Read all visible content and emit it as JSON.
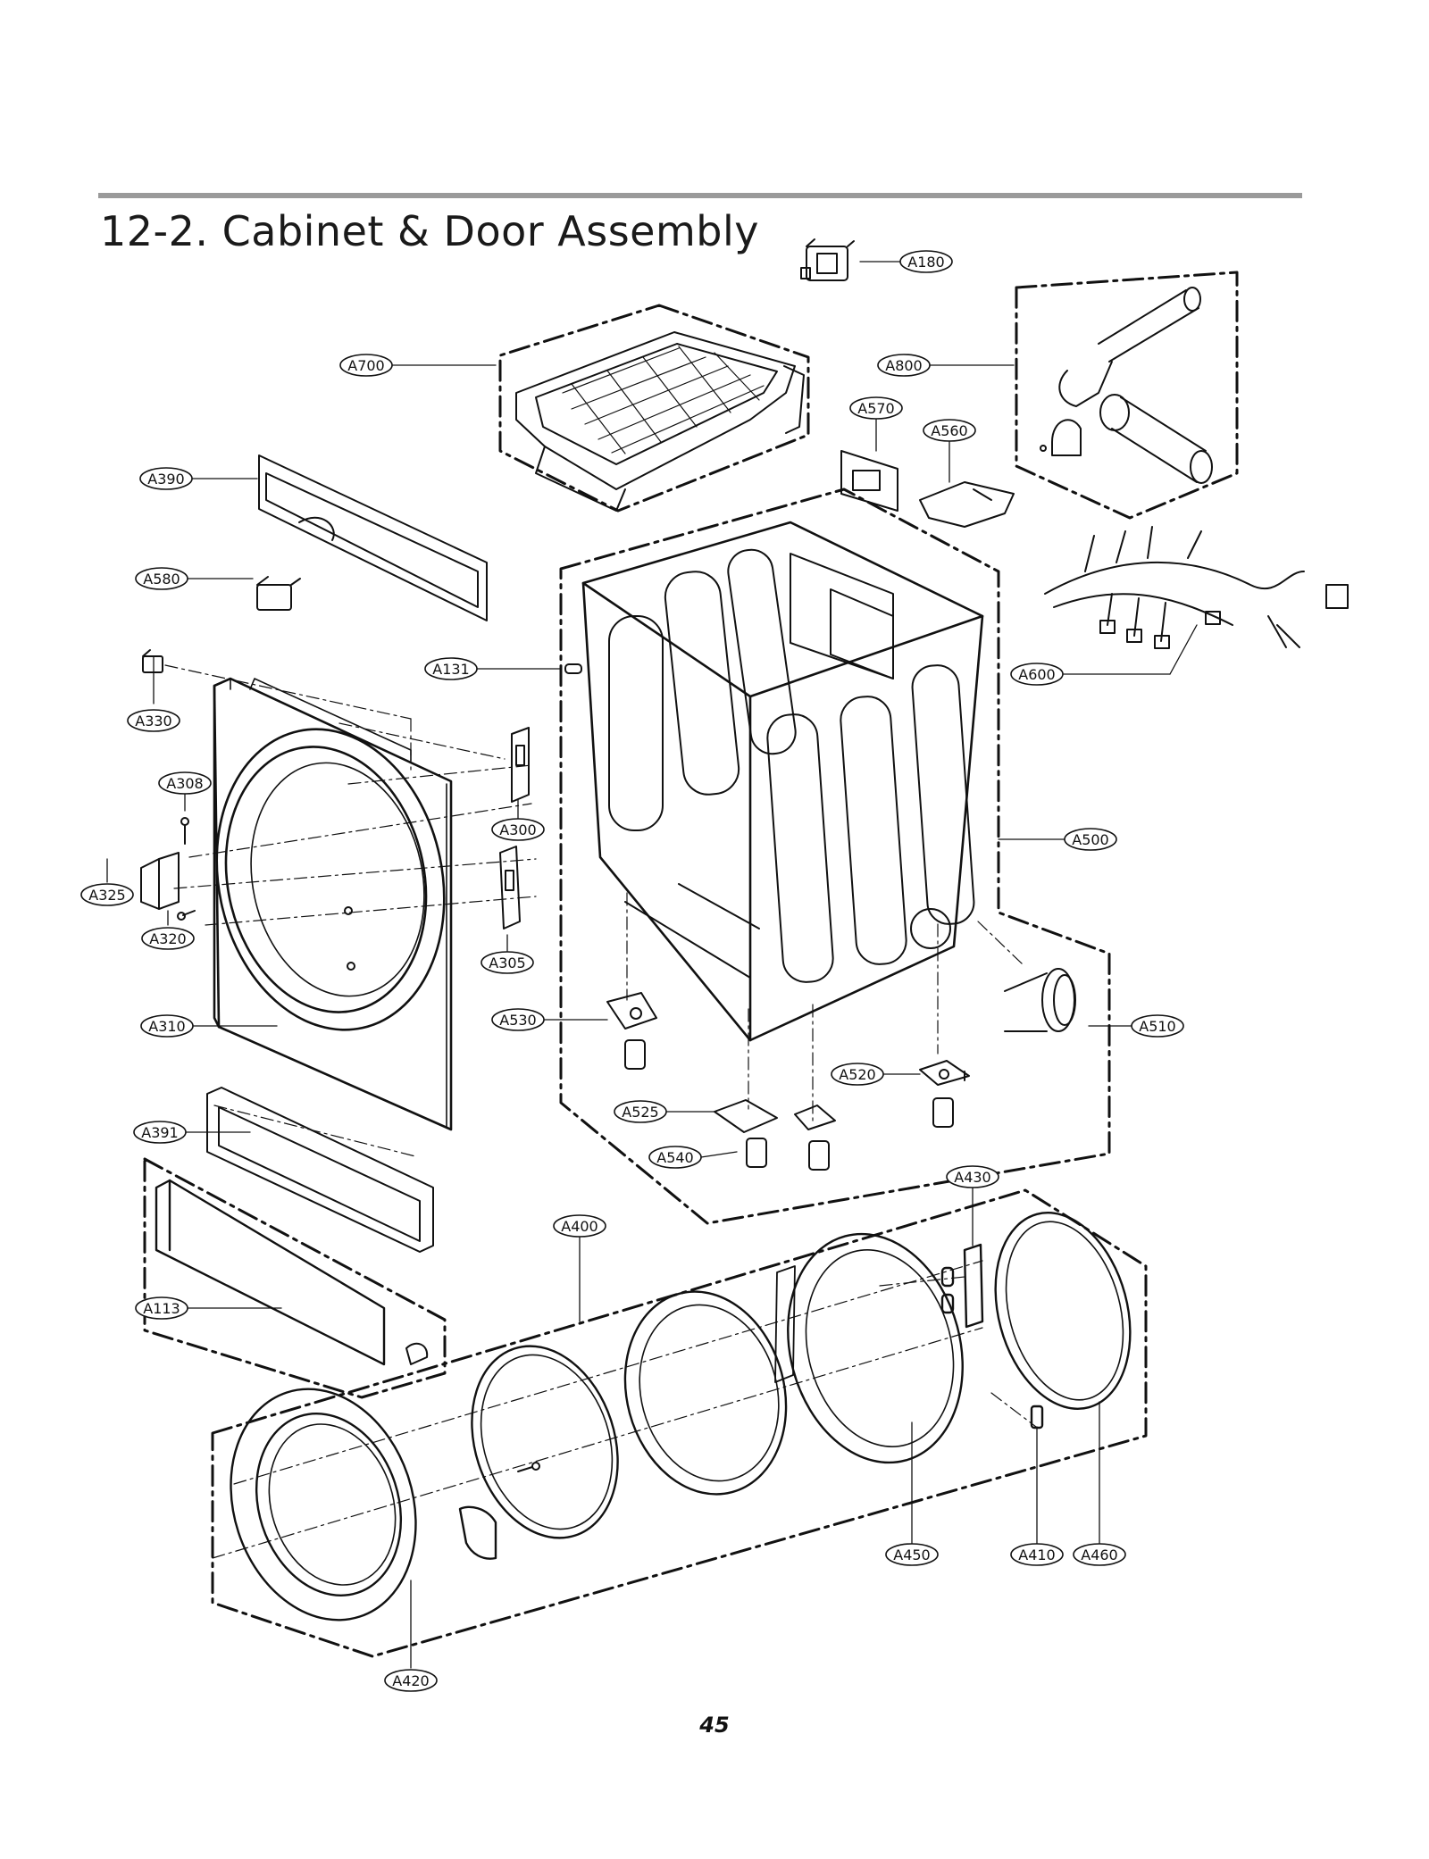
{
  "page": {
    "title": "12-2. Cabinet & Door Assembly",
    "page_number": "45"
  },
  "parts": [
    {
      "id": "a180",
      "label": "A180"
    },
    {
      "id": "a700",
      "label": "A700"
    },
    {
      "id": "a800",
      "label": "A800"
    },
    {
      "id": "a570",
      "label": "A570"
    },
    {
      "id": "a560",
      "label": "A560"
    },
    {
      "id": "a390",
      "label": "A390"
    },
    {
      "id": "a580",
      "label": "A580"
    },
    {
      "id": "a131",
      "label": "A131"
    },
    {
      "id": "a600",
      "label": "A600"
    },
    {
      "id": "a330",
      "label": "A330"
    },
    {
      "id": "a308",
      "label": "A308"
    },
    {
      "id": "a300",
      "label": "A300"
    },
    {
      "id": "a500",
      "label": "A500"
    },
    {
      "id": "a325",
      "label": "A325"
    },
    {
      "id": "a320",
      "label": "A320"
    },
    {
      "id": "a305",
      "label": "A305"
    },
    {
      "id": "a310",
      "label": "A310"
    },
    {
      "id": "a530",
      "label": "A530"
    },
    {
      "id": "a510",
      "label": "A510"
    },
    {
      "id": "a520",
      "label": "A520"
    },
    {
      "id": "a391",
      "label": "A391"
    },
    {
      "id": "a525",
      "label": "A525"
    },
    {
      "id": "a540",
      "label": "A540"
    },
    {
      "id": "a430",
      "label": "A430"
    },
    {
      "id": "a400",
      "label": "A400"
    },
    {
      "id": "a113",
      "label": "A113"
    },
    {
      "id": "a450",
      "label": "A450"
    },
    {
      "id": "a410",
      "label": "A410"
    },
    {
      "id": "a460",
      "label": "A460"
    },
    {
      "id": "a420",
      "label": "A420"
    }
  ]
}
